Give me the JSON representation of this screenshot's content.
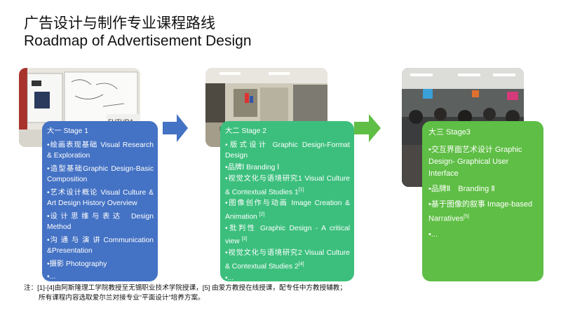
{
  "title_cn": "广告设计与制作专业课程路线",
  "title_en": "Roadmap of Advertisement Design",
  "stages": [
    {
      "heading": "大一 Stage 1",
      "items": [
        "•绘画表现基础 Visual Research & Exploration",
        "•造型基础Graphic Design-Basic Composition",
        "•艺术设计概论 Visual Culture & Art Design History Overview",
        "•设 计 思 维 与 表 达　 Design Method",
        "•沟 通 与 演 讲 Communication &Presentation",
        "•摄影 Photography",
        "•..."
      ],
      "color": "#4472c4"
    },
    {
      "heading": "大二 Stage 2",
      "items": [
        "•版式设计 Graphic Design-Format Design",
        "•品牌Ⅰ Branding Ⅰ",
        "•视觉文化与语境研究1 Visual Culture & Contextual Studies 1",
        "•图像创作与动画 Image Creation & Animation",
        "•批判性 Graphic Design - A critical view",
        "•视觉文化与语境研究2 Visual Culture & Contextual Studies 2",
        "•..."
      ],
      "refs": [
        "[1]",
        "[2]",
        "[3]",
        "[4]"
      ],
      "color": "#3cbf7d"
    },
    {
      "heading": "大三 Stage3",
      "items": [
        "•交互界面艺术设计 Graphic Design- Graphical User Interface",
        "•品牌Ⅱ　Branding Ⅱ",
        "•基于图像的叙事 Image-based Narratives",
        "•..."
      ],
      "refs": [
        "[5]"
      ],
      "color": "#5fbe45"
    }
  ],
  "arrows": {
    "color_1": "#4472c4",
    "color_2": "#5fbe45"
  },
  "photos": [
    "classroom-wall-sketches-photo",
    "design-studio-classroom-photo",
    "exhibition-crowd-photo"
  ],
  "note_line1": "注：[1]-[4]由阿斯隆理工学院教授至无锡职业技术学院授课，[5] 由爱方教授在线授课，配专任中方教授辅教；",
  "note_line2": "所有课程内容选取爱尔兰对接专业“平面设计”培养方案。"
}
